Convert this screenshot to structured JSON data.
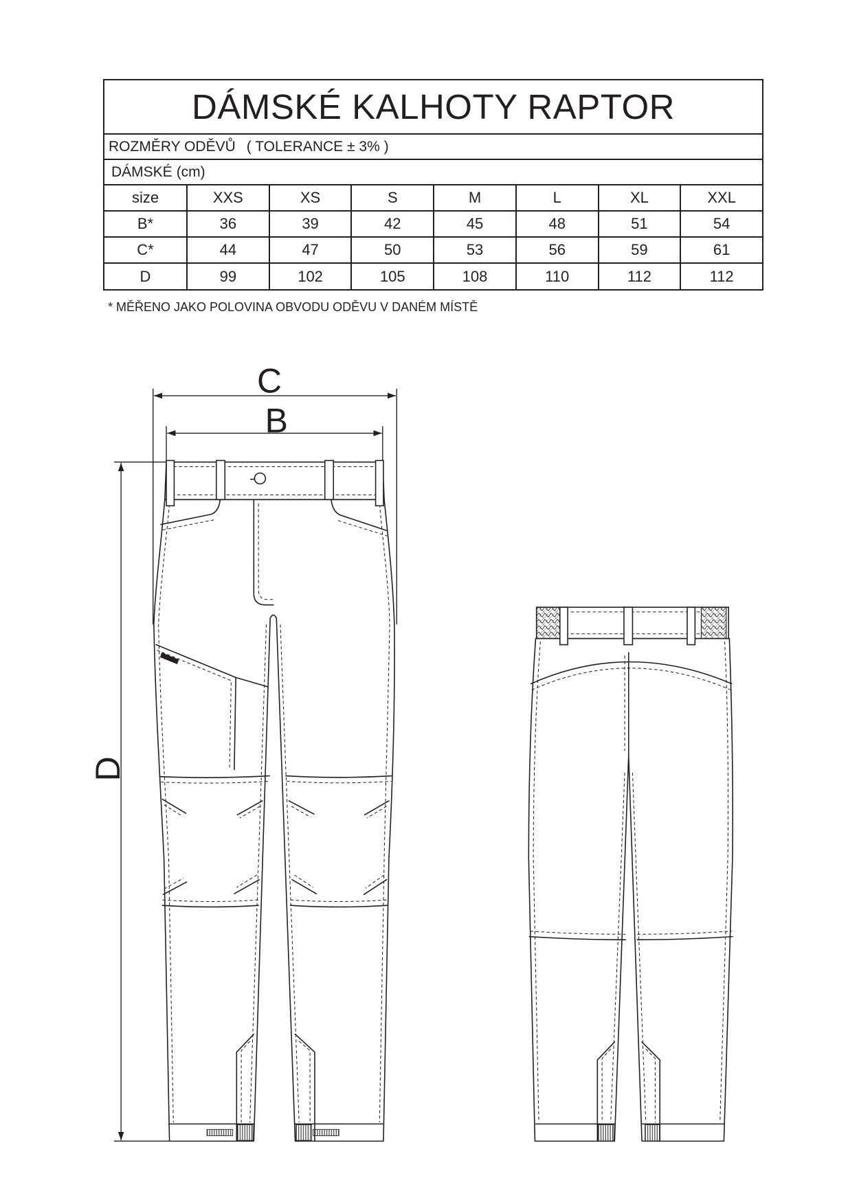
{
  "title": "DÁMSKÉ KALHOTY RAPTOR",
  "subtitle": {
    "label": "ROZMĚRY ODĚVŮ",
    "tolerance": "( TOLERANCE ± 3% )"
  },
  "section": {
    "label": "DÁMSKÉ",
    "unit": "(cm)"
  },
  "table": {
    "header": [
      "size",
      "XXS",
      "XS",
      "S",
      "M",
      "L",
      "XL",
      "XXL"
    ],
    "rows": [
      {
        "label": "B*",
        "values": [
          36,
          39,
          42,
          45,
          48,
          51,
          54
        ]
      },
      {
        "label": "C*",
        "values": [
          44,
          47,
          50,
          53,
          56,
          59,
          61
        ]
      },
      {
        "label": "D",
        "values": [
          99,
          102,
          105,
          108,
          110,
          112,
          112
        ]
      }
    ]
  },
  "footnote": "* MĚŘENO JAKO POLOVINA OBVODU ODĚVU V DANÉM MÍSTĚ",
  "dimensions": {
    "c": "C",
    "b": "B",
    "d": "D"
  }
}
